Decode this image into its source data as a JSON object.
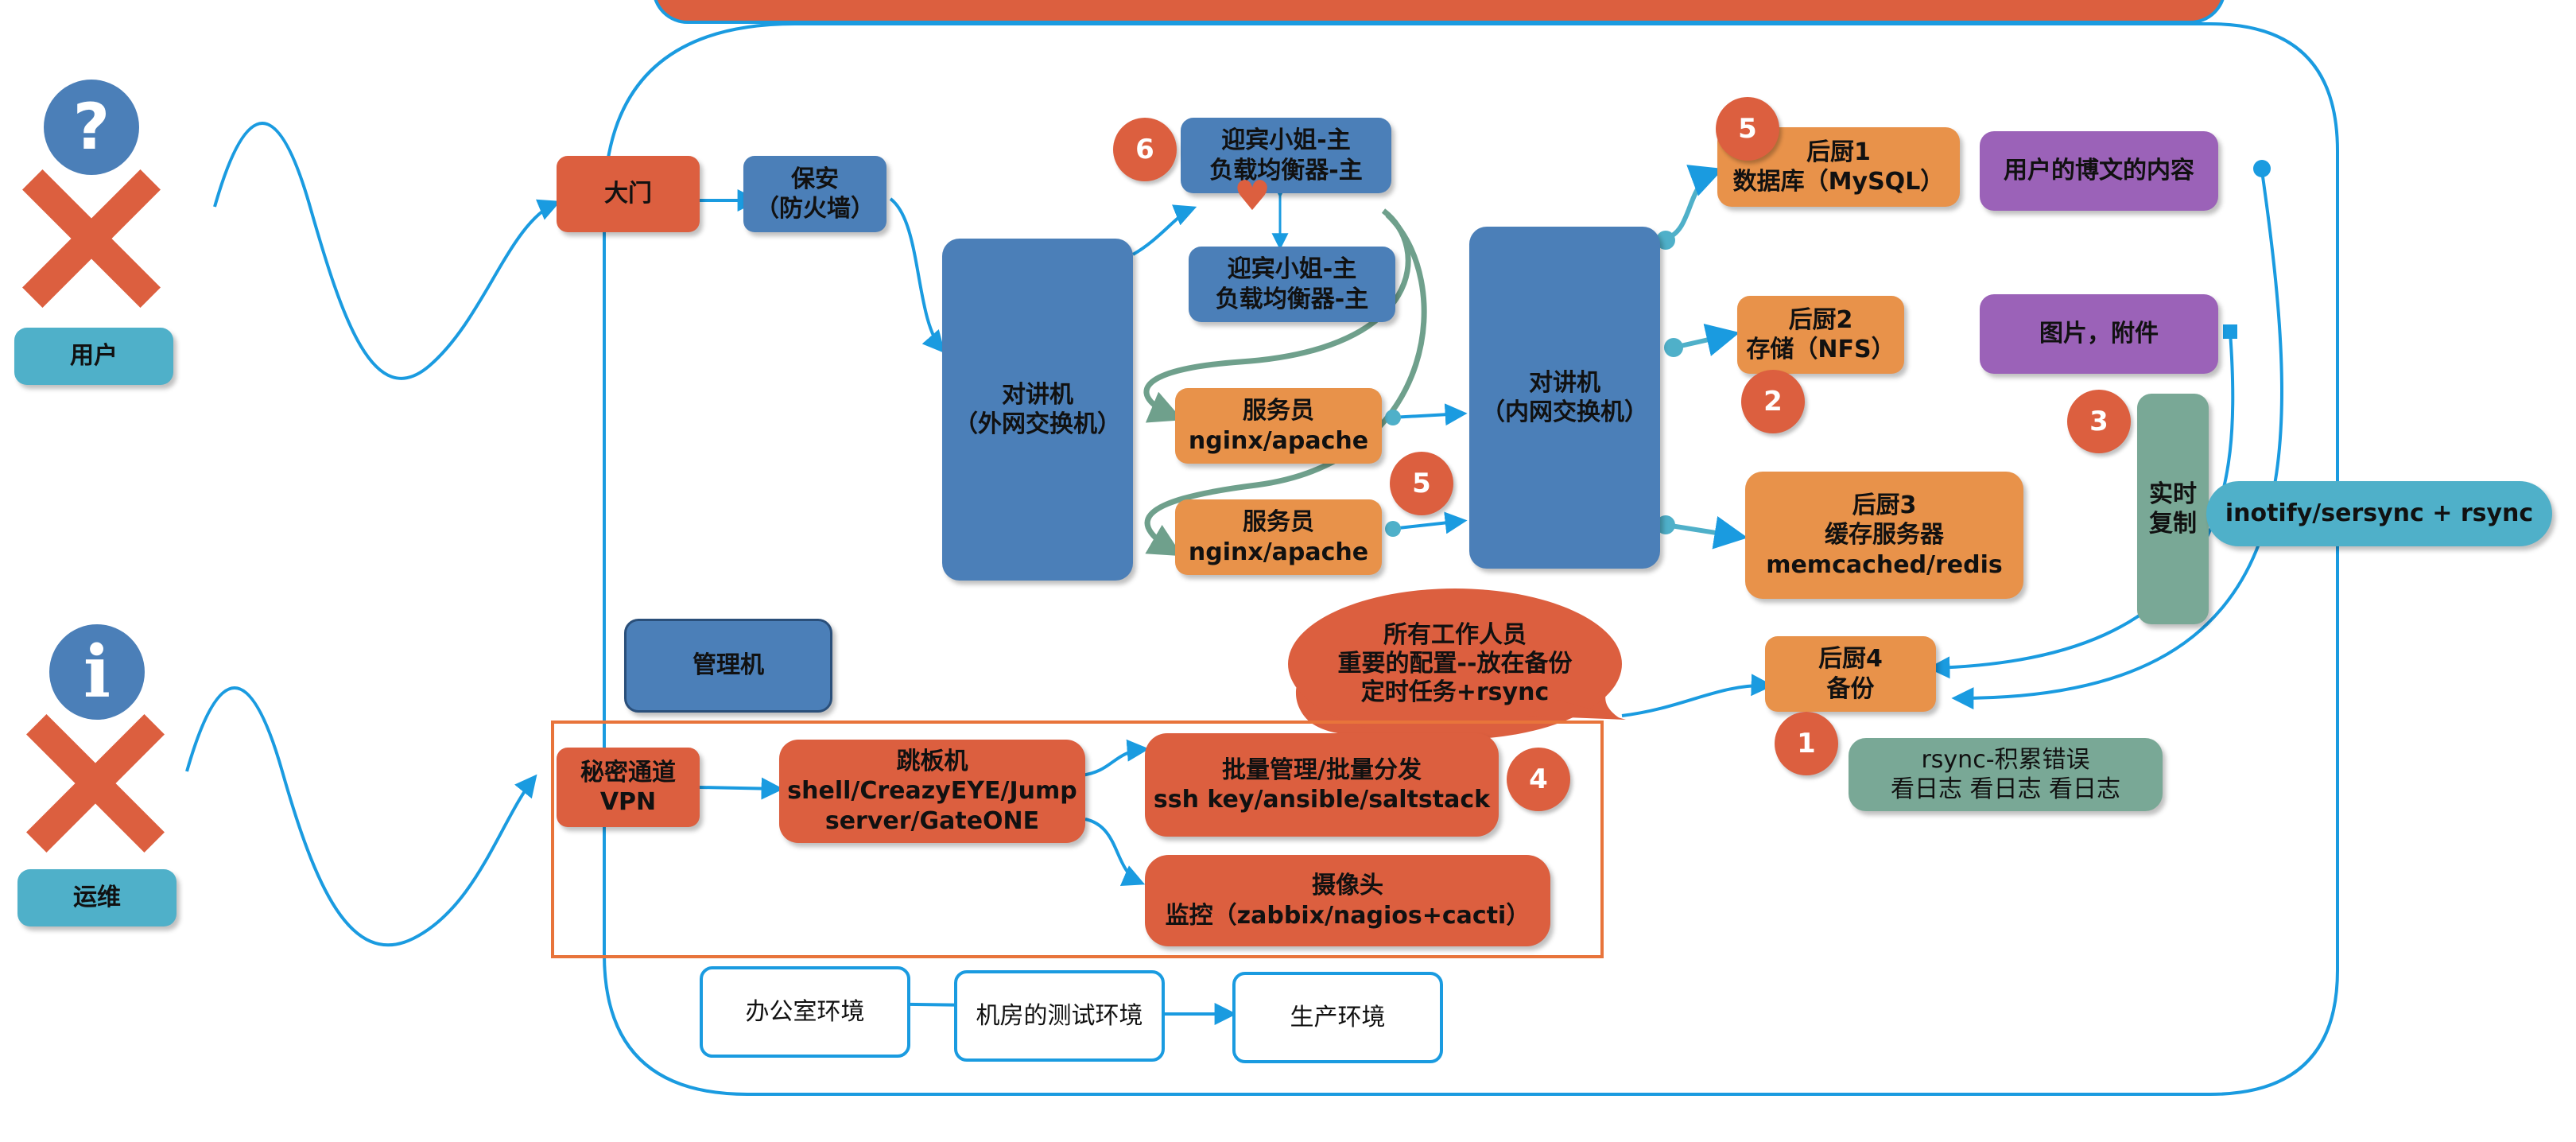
{
  "actors": {
    "user_label": "用户",
    "ops_label": "运维",
    "question_mark": "?",
    "info_mark": "i"
  },
  "nodes": {
    "gate": "大门",
    "firewall": [
      "保安",
      "（防火墙）"
    ],
    "outer_switch": [
      "对讲机",
      "（外网交换机）"
    ],
    "lb_master": [
      "迎宾小姐-主",
      "负载均衡器-主"
    ],
    "lb_backup": [
      "迎宾小姐-主",
      "负载均衡器-主"
    ],
    "web1": [
      "服务员",
      "nginx/apache"
    ],
    "web2": [
      "服务员",
      "nginx/apache"
    ],
    "inner_switch": [
      "对讲机",
      "（内网交换机）"
    ],
    "db": [
      "后厨1",
      "数据库（MySQL）"
    ],
    "nfs": [
      "后厨2",
      "存储（NFS）"
    ],
    "cache": [
      "后厨3",
      "缓存服务器",
      "memcached/redis"
    ],
    "backup": [
      "后厨4",
      "备份"
    ],
    "blog_content": "用户的博文的内容",
    "images": "图片，附件",
    "realtime_copy": [
      "实时",
      "复制"
    ],
    "sync_tool": "inotify/sersync + rsync",
    "rsync_note": [
      "rsync-积累错误",
      "看日志 看日志 看日志"
    ],
    "mgmt": "管理机",
    "vpn": [
      "秘密通道",
      "VPN"
    ],
    "jump": [
      "跳板机",
      "shell/CreazyEYE/Jump",
      "server/GateONE"
    ],
    "batch": [
      "批量管理/批量分发",
      "ssh key/ansible/saltstack"
    ],
    "monitor": [
      "摄像头",
      "监控（zabbix/nagios+cacti）"
    ],
    "env_office": "办公室环境",
    "env_test": "机房的测试环境",
    "env_prod": "生产环境"
  },
  "callout": [
    "所有工作人员",
    "重要的配置--放在备份",
    "定时任务+rsync"
  ],
  "badges": {
    "lb": "6",
    "db": "5",
    "web": "5",
    "nfs": "2",
    "realtime": "3",
    "backup": "1",
    "ops": "4"
  },
  "colors": {
    "red": "#dc5f3f",
    "blue": "#4b7fb8",
    "orange": "#e8924a",
    "purple": "#9b62b8",
    "teal": "#79a896",
    "cyan": "#4fb0c9",
    "line": "#1a9be0",
    "heart": "#dc5f3f"
  }
}
